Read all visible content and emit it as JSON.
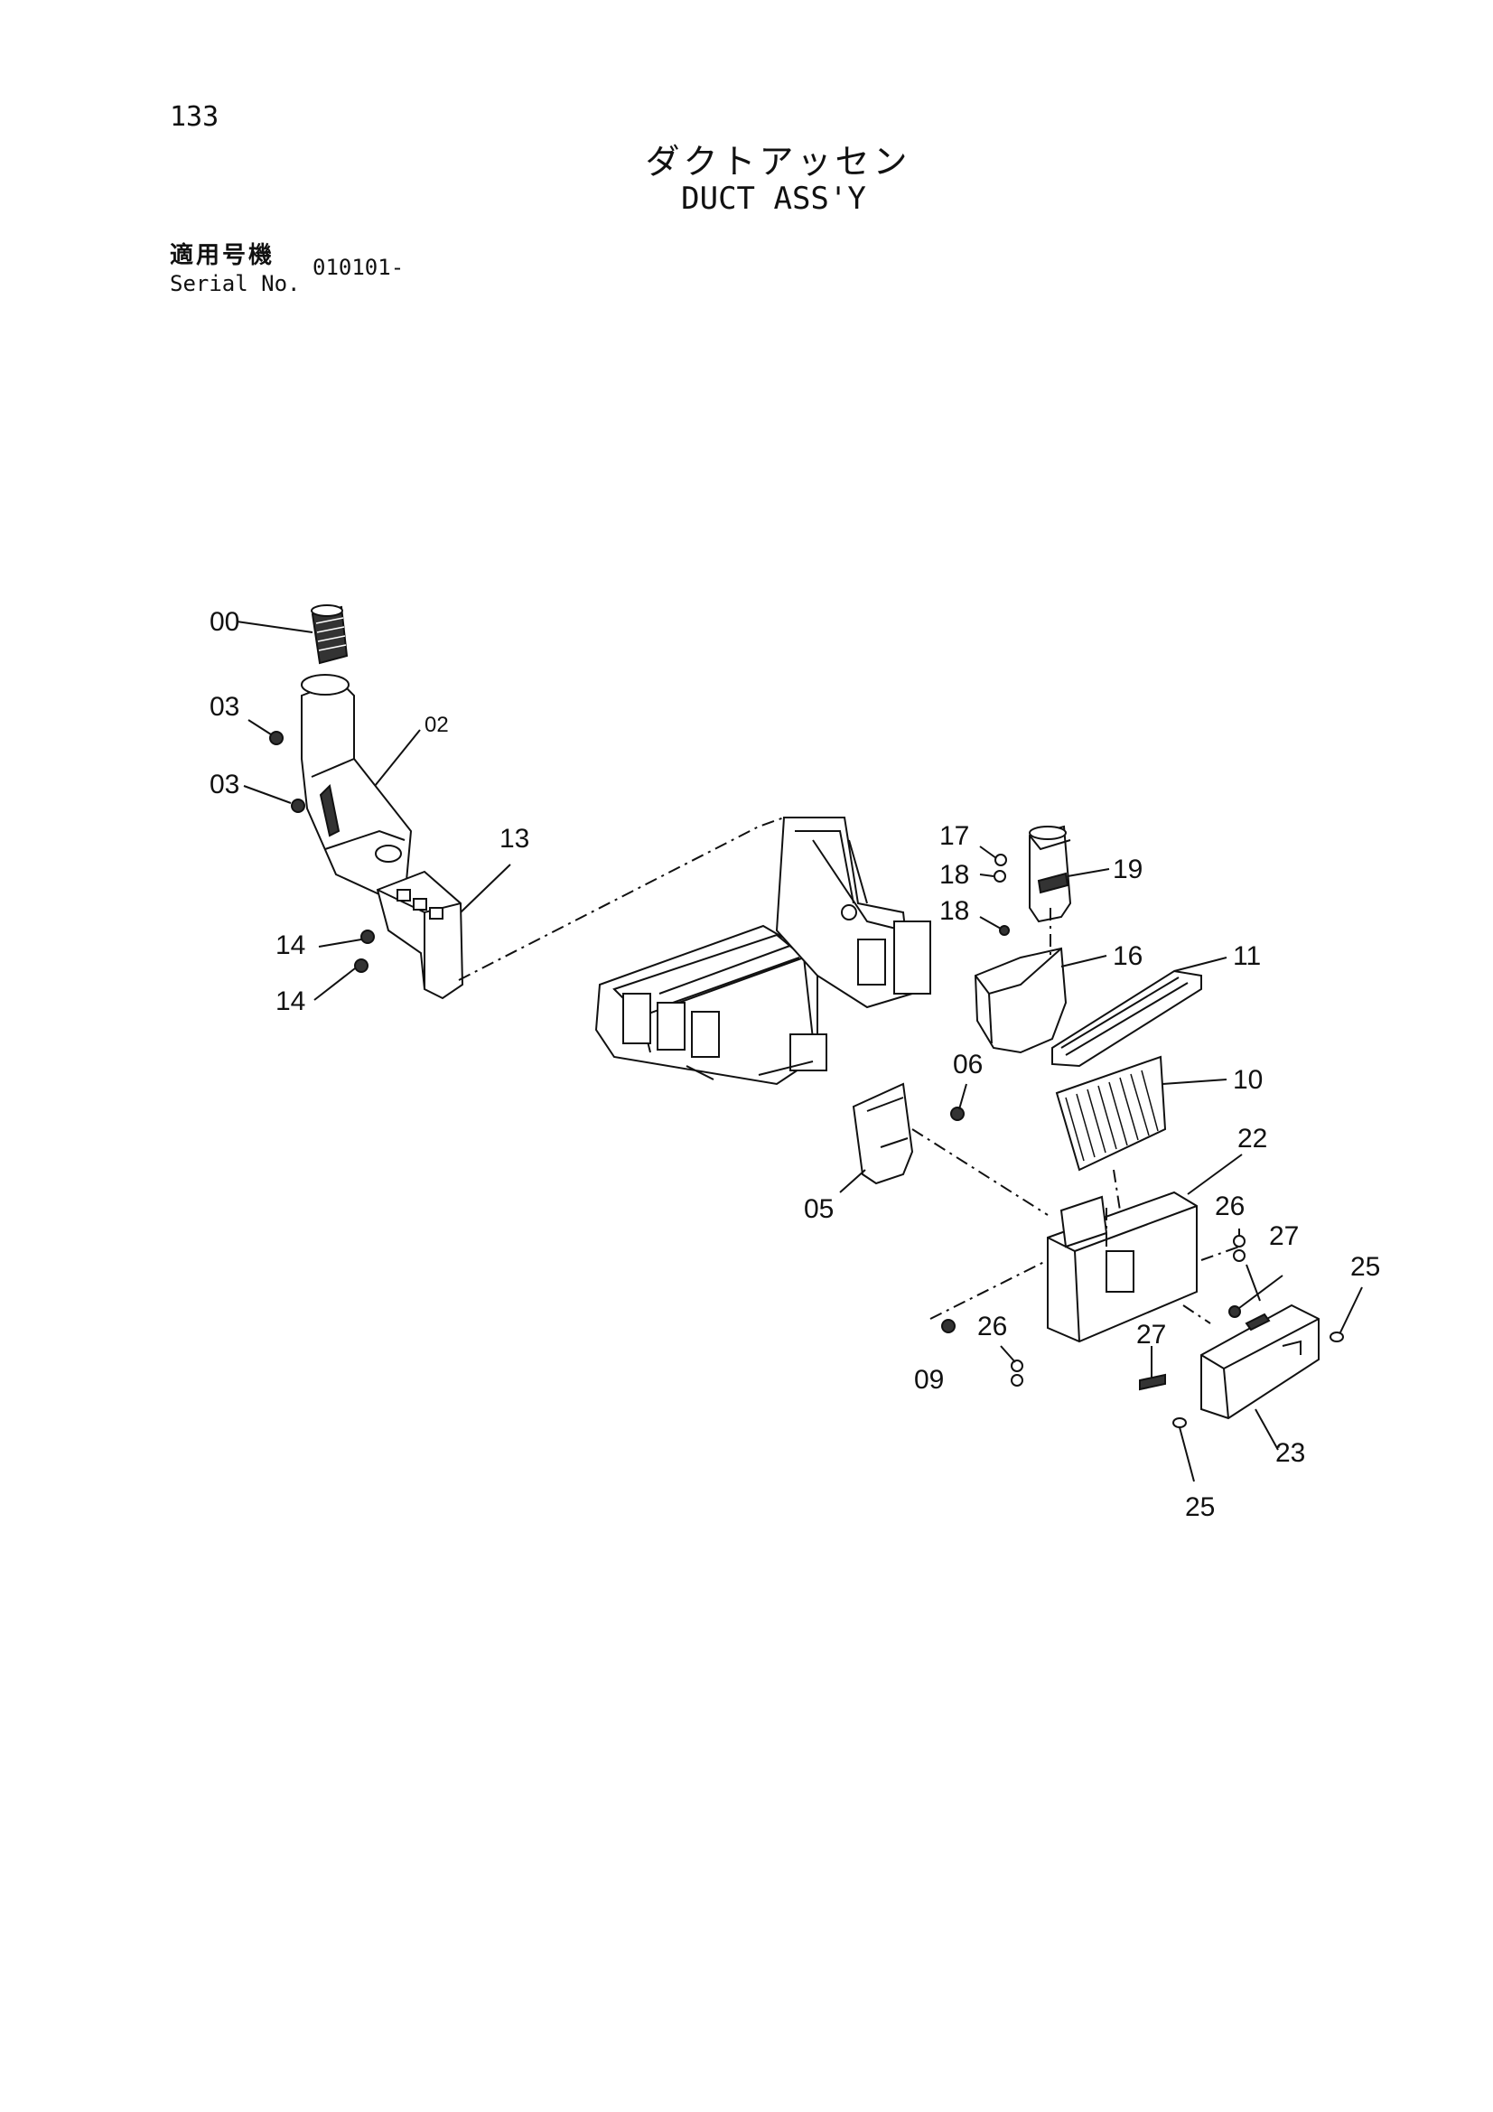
{
  "page_number": "133",
  "title_japanese": "ダクトアッセン",
  "title_english": "DUCT ASS'Y",
  "serial": {
    "label_japanese": "適用号機",
    "label_english": "Serial No.",
    "value": "010101-"
  },
  "callouts": [
    "00",
    "03",
    "03",
    "02",
    "13",
    "14",
    "14",
    "17",
    "18",
    "18",
    "19",
    "16",
    "11",
    "06",
    "10",
    "05",
    "22",
    "26",
    "27",
    "25",
    "09",
    "26",
    "27",
    "23",
    "25"
  ]
}
